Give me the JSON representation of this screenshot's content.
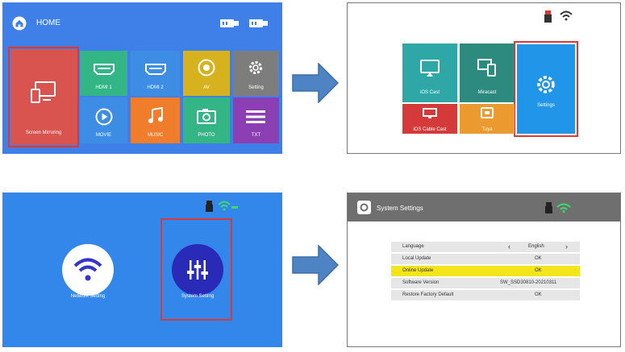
{
  "panel1": {
    "title": "HOME",
    "highlight_tile": "Screen Mirroring",
    "tiles": [
      {
        "label": "Screen Mirroring",
        "color": "#d9534f"
      },
      {
        "label": "HDMI 1",
        "color": "#34b586"
      },
      {
        "label": "HDMI 2",
        "color": "#3d8de4"
      },
      {
        "label": "AV",
        "color": "#d6b21f"
      },
      {
        "label": "Setting",
        "color": "#7d7d7d"
      },
      {
        "label": "MOVIE",
        "color": "#3d8de4"
      },
      {
        "label": "MUSIC",
        "color": "#ef7d2b"
      },
      {
        "label": "PHOTO",
        "color": "#34b586"
      },
      {
        "label": "TXT",
        "color": "#8c3fb2"
      }
    ]
  },
  "panel2": {
    "tiles": [
      {
        "label": "iOS Cast",
        "color": "#2fa7a7"
      },
      {
        "label": "Miracast",
        "color": "#2d8a7f"
      },
      {
        "label": "Settings",
        "color": "#2196e8"
      },
      {
        "label": "iOS Cable Cast",
        "color": "#d43a3a"
      },
      {
        "label": "Tuya",
        "color": "#ea9a2e"
      }
    ]
  },
  "panel3": {
    "items": [
      {
        "label": "Network Setting"
      },
      {
        "label": "System Setting"
      }
    ]
  },
  "panel4": {
    "title": "System Settings",
    "rows": [
      {
        "key": "Language",
        "value": "English",
        "left_arrow": "‹",
        "right_arrow": "›",
        "highlight": false
      },
      {
        "key": "Local Update",
        "value": "OK",
        "highlight": false
      },
      {
        "key": "Online Update",
        "value": "OK",
        "highlight": true
      },
      {
        "key": "Software Version",
        "value": "SW_SSD30810-20210311",
        "highlight": false
      },
      {
        "key": "Restore Factory Default",
        "value": "OK",
        "highlight": false
      }
    ]
  }
}
